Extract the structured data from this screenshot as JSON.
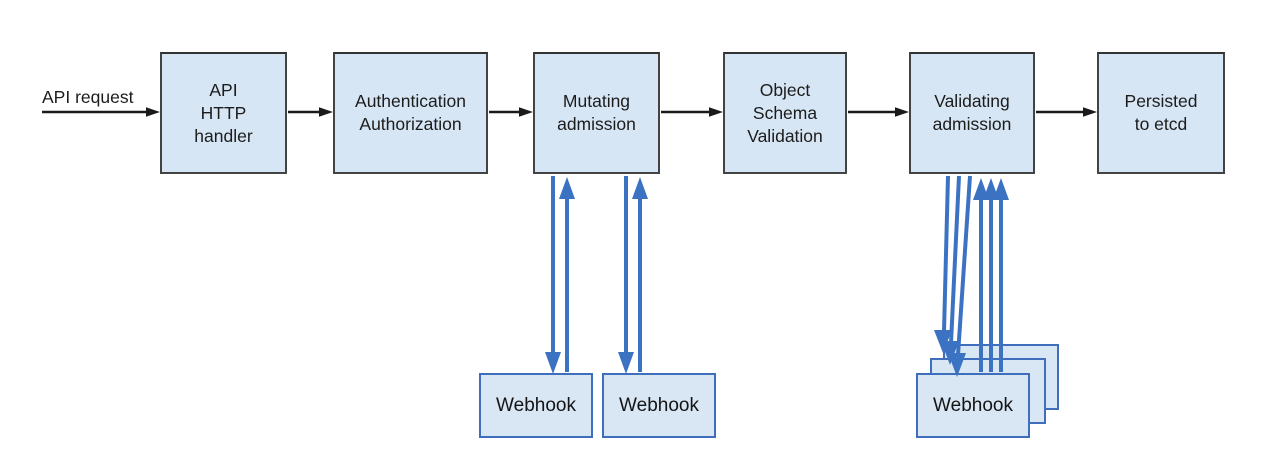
{
  "diagram": {
    "request_label": "API request",
    "stages": [
      {
        "label": "API\nHTTP\nhandler"
      },
      {
        "label": "Authentication\nAuthorization"
      },
      {
        "label": "Mutating\nadmission"
      },
      {
        "label": "Object\nSchema\nValidation"
      },
      {
        "label": "Validating\nadmission"
      },
      {
        "label": "Persisted\nto etcd"
      }
    ],
    "mutating_webhooks": [
      {
        "label": "Webhook"
      },
      {
        "label": "Webhook"
      }
    ],
    "validating_webhook": {
      "label": "Webhook",
      "stack_count": 3
    },
    "colors": {
      "box_fill": "#d7e6f5",
      "box_border": "#434343",
      "webhook_fill": "#d9e7f5",
      "webhook_border": "#3f6ebc",
      "arrow_blue": "#3c72c2",
      "arrow_black": "#1a1a1a",
      "text_color": "#1c1c1c",
      "background": "#ffffff"
    }
  }
}
